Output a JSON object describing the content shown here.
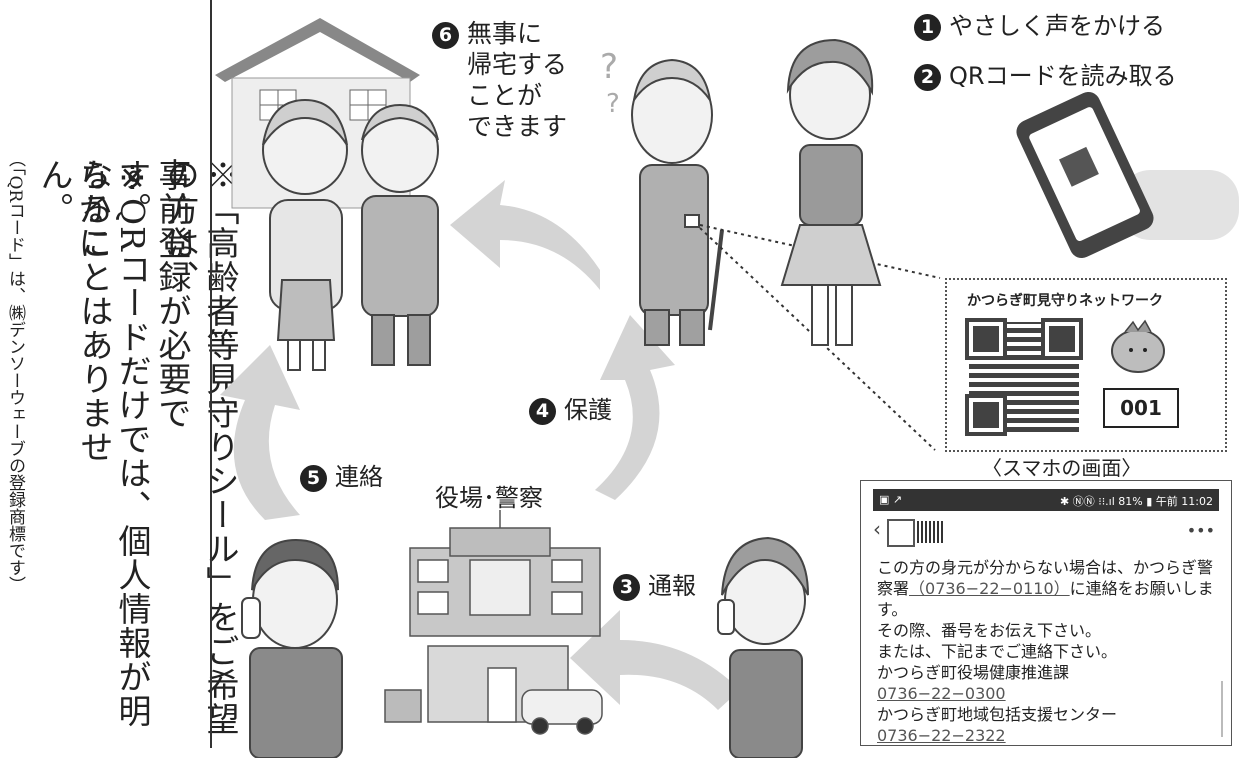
{
  "notes": {
    "line1": "※「高齢者等見守りシール」をご希望の方は、",
    "line2": "事前登録が必要です。",
    "line3": "※QRコードだけでは、個人情報が明らかに",
    "line4": "なることはありません。",
    "trademark": "（「QRコード」は、㈱デンソーウェーブの登録商標です）"
  },
  "steps": {
    "s1": {
      "num": "1",
      "text": "やさしく声をかける"
    },
    "s2": {
      "num": "2",
      "text": "QRコードを読み取る"
    },
    "s3": {
      "num": "3",
      "text": "通報"
    },
    "s4": {
      "num": "4",
      "text": "保護"
    },
    "s5": {
      "num": "5",
      "text": "連絡"
    },
    "s6": {
      "num": "6",
      "text_l1": "無事に",
      "text_l2": "帰宅する",
      "text_l3": "ことが",
      "text_l4": "できます"
    }
  },
  "office_label": "役場･警察",
  "sticker": {
    "title": "かつらぎ町見守りネットワーク",
    "number": "001"
  },
  "phone_caption": "〈スマホの画面〉",
  "phone_screen": {
    "status": "✱ ⓃⓃ ⁝⁝.ıl 81% ▮ 午前 11:02",
    "menu": "•••",
    "msg1": "この方の身元が分からない場合は、かつらぎ警察署",
    "tel1": "（0736−22−0110）",
    "msg1b": "に連絡をお願いします。",
    "msg2": "その際、番号をお伝え下さい。",
    "msg3": "または、下記までご連絡下さい。",
    "org1": "かつらぎ町役場健康推進課",
    "tel2": "0736−22−0300",
    "org2": "かつらぎ町地域包括支援センター",
    "tel3": "0736−22−2322"
  }
}
